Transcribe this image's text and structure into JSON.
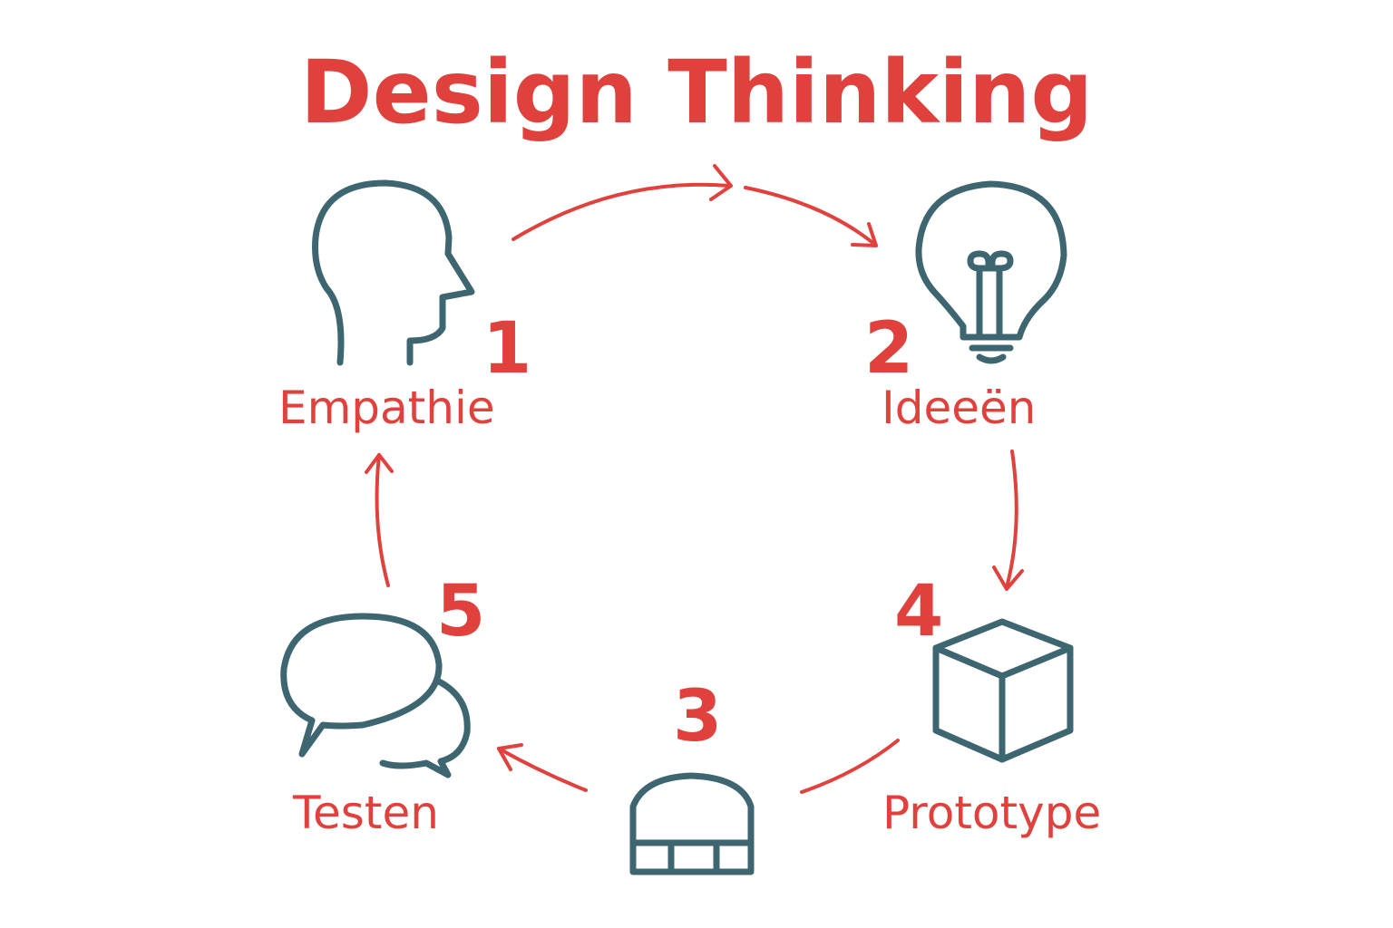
{
  "title": "Design Thinking",
  "colors": {
    "accent": "#e0413d",
    "icon": "#3d6670",
    "background": "#ffffff"
  },
  "steps": [
    {
      "number": "1",
      "label": "Empathie",
      "icon": "head-profile-icon"
    },
    {
      "number": "2",
      "label": "Ideeën",
      "icon": "light-bulb-icon"
    },
    {
      "number": "3",
      "label": "",
      "icon": "dome-icon"
    },
    {
      "number": "4",
      "label": "Prototype",
      "icon": "cube-icon"
    },
    {
      "number": "5",
      "label": "Testen",
      "icon": "speech-bubbles-icon"
    }
  ]
}
